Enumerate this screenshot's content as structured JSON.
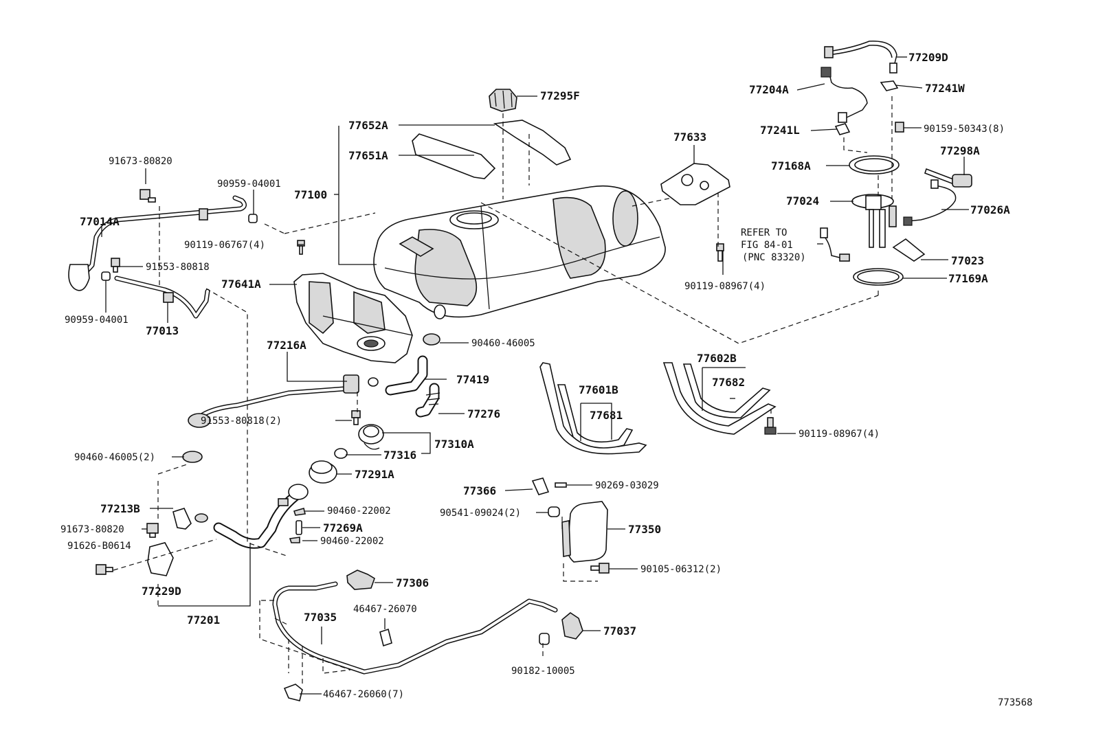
{
  "figure_id": "773568",
  "reference_note": {
    "line1": "REFER TO",
    "line2": "FIG 84-01",
    "line3": "(PNC 83320)"
  },
  "labels": {
    "p77209D": "77209D",
    "p77204A": "77204A",
    "p77241W": "77241W",
    "p77241L": "77241L",
    "p90159_50343": "90159-50343(8)",
    "p77298A": "77298A",
    "p77168A": "77168A",
    "p77024": "77024",
    "p77026A": "77026A",
    "p77023": "77023",
    "p77169A": "77169A",
    "p77295F": "77295F",
    "p77652A": "77652A",
    "p77651A": "77651A",
    "p77100": "77100",
    "p77633": "77633",
    "p90119_08967_a": "90119-08967(4)",
    "p91673_80820_a": "91673-80820",
    "p90959_04001_a": "90959-04001",
    "p77014A": "77014A",
    "p90119_06767": "90119-06767(4)",
    "p91553_80818_a": "91553-80818",
    "p90959_04001_b": "90959-04001",
    "p77013": "77013",
    "p77641A": "77641A",
    "p90460_46005_a": "90460-46005",
    "p77216A": "77216A",
    "p77419": "77419",
    "p77276": "77276",
    "p91553_80818_b": "91553-80818(2)",
    "p77310A": "77310A",
    "p77316": "77316",
    "p90460_46005_b": "90460-46005(2)",
    "p77291A": "77291A",
    "p77602B": "77602B",
    "p77682": "77682",
    "p77601B": "77601B",
    "p77681": "77681",
    "p90119_08967_b": "90119-08967(4)",
    "p77366": "77366",
    "p90269_03029": "90269-03029",
    "p90460_22002_a": "90460-22002",
    "p77269A": "77269A",
    "p90460_22002_b": "90460-22002",
    "p90541_09024": "90541-09024(2)",
    "p77350": "77350",
    "p77213B": "77213B",
    "p91673_80820_b": "91673-80820",
    "p91626_B0614": "91626-B0614",
    "p77229D": "77229D",
    "p90105_06312": "90105-06312(2)",
    "p77306": "77306",
    "p77201": "77201",
    "p77035": "77035",
    "p46467_26070": "46467-26070",
    "p77037": "77037",
    "p90182_10005": "90182-10005",
    "p46467_26060": "46467-26060(7)"
  }
}
